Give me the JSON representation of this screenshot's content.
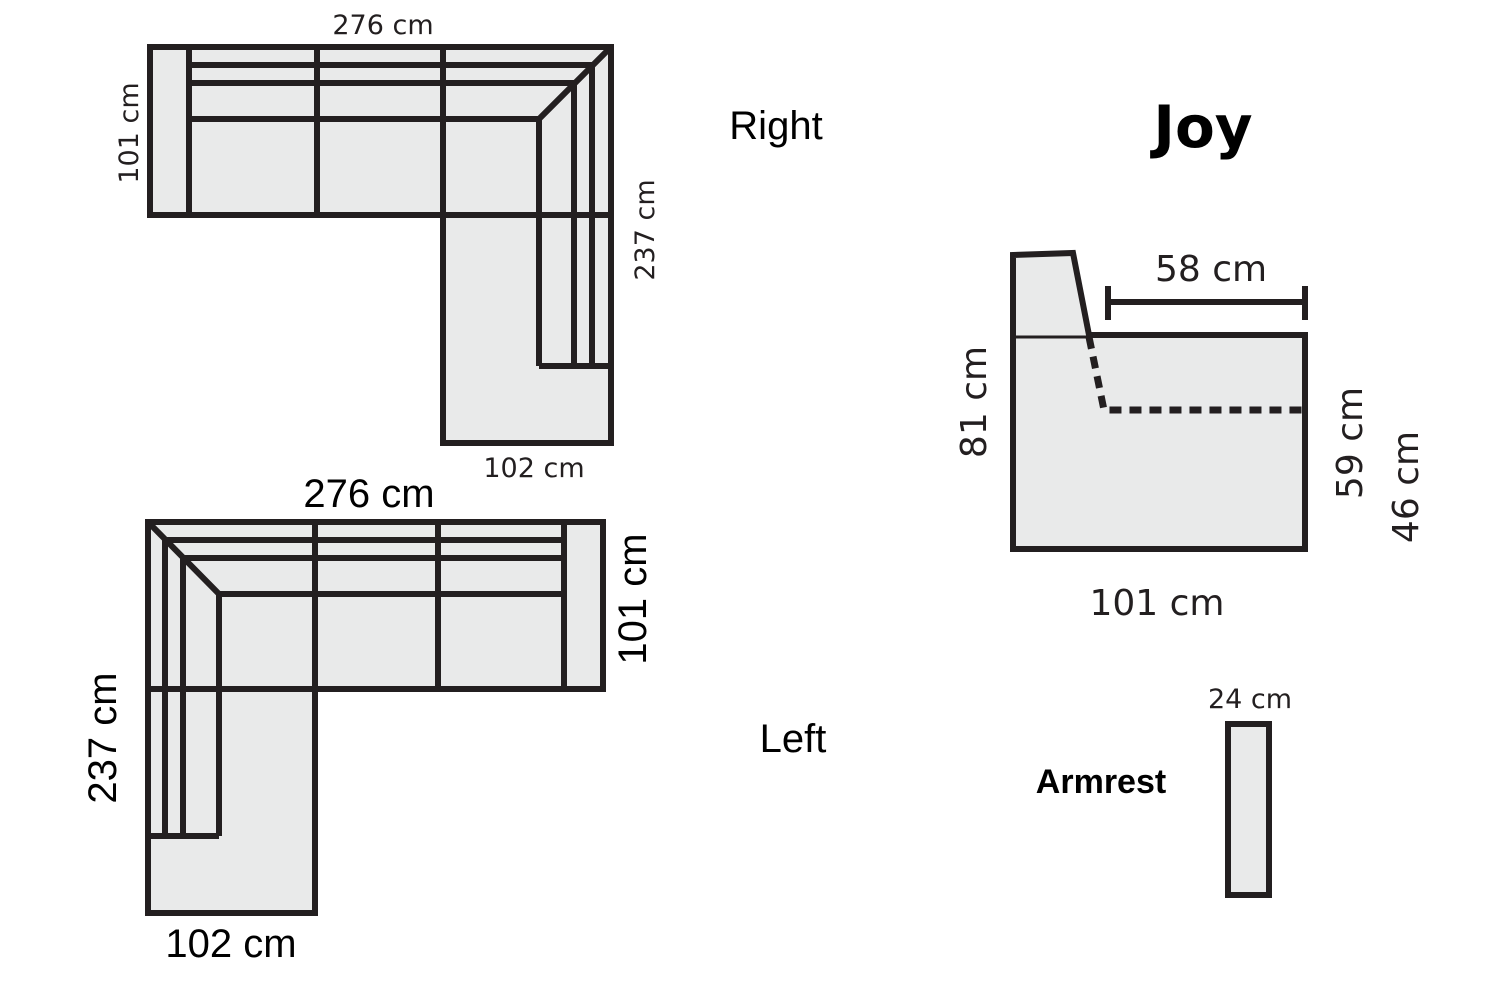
{
  "title": "Joy",
  "right_sofa": {
    "label": "Right",
    "width": "276 cm",
    "depth": "101 cm",
    "length": "237 cm",
    "chaise_width": "102 cm"
  },
  "left_sofa": {
    "label": "Left",
    "width": "276 cm",
    "depth": "101 cm",
    "length": "237 cm",
    "chaise_width": "102 cm"
  },
  "side_view": {
    "seat_depth": "58 cm",
    "total_height": "81 cm",
    "armrest_height": "59 cm",
    "seat_height": "46 cm",
    "depth": "101 cm"
  },
  "armrest": {
    "label": "Armrest",
    "width": "24 cm"
  },
  "colors": {
    "fill": "#e9eaea",
    "stroke": "#231f20"
  }
}
